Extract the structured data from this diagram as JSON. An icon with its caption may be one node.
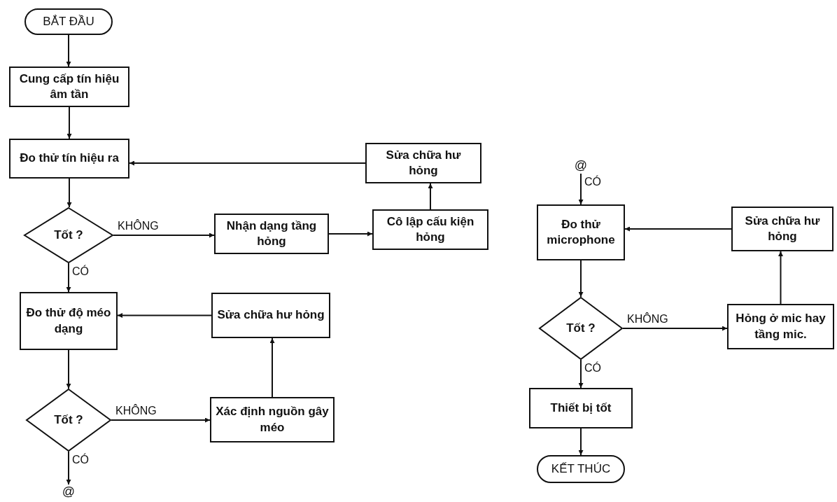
{
  "diagram": {
    "nodes": [
      {
        "text": [
          "BẮT ĐẦU"
        ]
      },
      {
        "text": [
          "Cung cấp tín hiệu âm tần"
        ]
      },
      {
        "text": [
          "Đo thử tín hiệu ra"
        ]
      },
      {
        "text": [
          "Sửa chữa hư hỏng"
        ]
      },
      {
        "text": [
          "Tốt ?"
        ]
      },
      {
        "text": [
          "Nhận dạng tầng hỏng"
        ]
      },
      {
        "text": [
          "Cô lập cấu kiện hỏng"
        ]
      },
      {
        "text": [
          "Đo thử độ méo dạng"
        ]
      },
      {
        "text": [
          "Sửa chữa hư hỏng"
        ]
      },
      {
        "text": [
          "Tốt ?"
        ]
      },
      {
        "text": [
          "Xác định nguồn gây méo"
        ]
      },
      {
        "text": [
          "@"
        ]
      },
      {
        "text": [
          "@"
        ]
      },
      {
        "text": [
          "Đo thử microphone"
        ]
      },
      {
        "text": [
          "Sửa chữa hư hỏng"
        ]
      },
      {
        "text": [
          "Tốt ?"
        ]
      },
      {
        "text": [
          "Hỏng ở mic hay tầng mic."
        ]
      },
      {
        "text": [
          "Thiết bị tốt"
        ]
      },
      {
        "text": [
          "KẾT THÚC"
        ]
      }
    ],
    "edges": [
      {
        "from": 0,
        "to": 1,
        "arrow": "to"
      },
      {
        "from": 1,
        "to": 2,
        "arrow": "to"
      },
      {
        "from": 2,
        "to": 4,
        "arrow": "to"
      },
      {
        "from": 4,
        "to": 5,
        "arrow": "to",
        "label": "KHÔNG"
      },
      {
        "from": 5,
        "to": 6,
        "arrow": "to"
      },
      {
        "from": 6,
        "to": 3,
        "arrow": "to"
      },
      {
        "from": 3,
        "to": 2,
        "arrow": "to"
      },
      {
        "from": 4,
        "to": 7,
        "arrow": "to",
        "label": "CÓ"
      },
      {
        "from": 7,
        "to": 9,
        "arrow": "to"
      },
      {
        "from": 9,
        "to": 10,
        "arrow": "to",
        "label": "KHÔNG"
      },
      {
        "from": 10,
        "to": 8,
        "arrow": "to"
      },
      {
        "from": 8,
        "to": 7,
        "arrow": "to"
      },
      {
        "from": 9,
        "to": 11,
        "arrow": "to",
        "label": "CÓ"
      },
      {
        "from": 12,
        "to": 13,
        "arrow": "to",
        "label": "CÓ"
      },
      {
        "from": 13,
        "to": 15,
        "arrow": "to"
      },
      {
        "from": 15,
        "to": 16,
        "arrow": "to",
        "label": "KHÔNG"
      },
      {
        "from": 16,
        "to": 14,
        "arrow": "to"
      },
      {
        "from": 14,
        "to": 13,
        "arrow": "to"
      },
      {
        "from": 15,
        "to": 17,
        "arrow": "to",
        "label": "CÓ"
      },
      {
        "from": 17,
        "to": 18,
        "arrow": "to"
      }
    ]
  }
}
